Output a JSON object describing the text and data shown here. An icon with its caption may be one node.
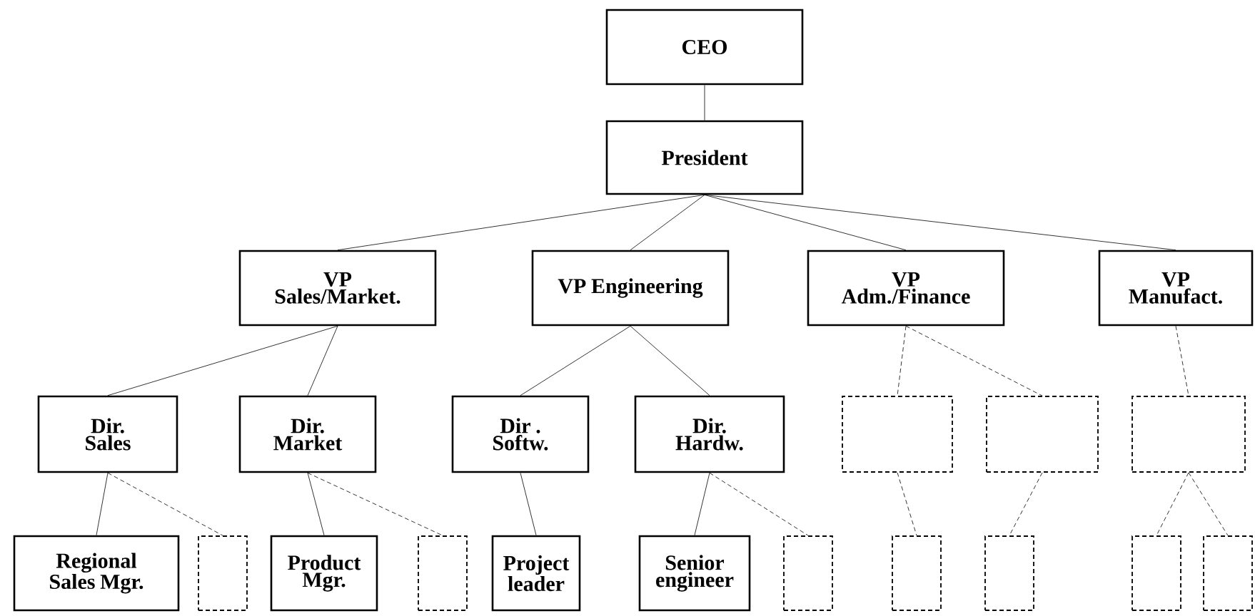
{
  "diagram": {
    "nodes": [
      {
        "text": [
          "CEO"
        ]
      },
      {
        "text": [
          "President"
        ]
      },
      {
        "text": [
          "VP Sales/Market."
        ]
      },
      {
        "text": [
          "VP Engineering"
        ]
      },
      {
        "text": [
          "VP Adm./Finance"
        ]
      },
      {
        "text": [
          "VP Manufact."
        ]
      },
      {
        "text": [
          "Dir. Sales"
        ]
      },
      {
        "text": [
          "Dir. Market"
        ]
      },
      {
        "text": [
          "Dir . Softw."
        ]
      },
      {
        "text": [
          "Dir. Hardw."
        ]
      },
      {
        "text": [],
        "shape": "box"
      },
      {
        "text": [],
        "shape": "box"
      },
      {
        "text": [],
        "shape": "box"
      },
      {
        "text": [
          "Regional Sales Mgr."
        ]
      },
      {
        "text": [],
        "shape": "box"
      },
      {
        "text": [
          "Product Mgr."
        ]
      },
      {
        "text": [],
        "shape": "box"
      },
      {
        "text": [
          "Project leader"
        ]
      },
      {
        "text": [
          "Senior engineer"
        ]
      },
      {
        "text": [],
        "shape": "box"
      },
      {
        "text": [],
        "shape": "box"
      },
      {
        "text": [],
        "shape": "box"
      },
      {
        "text": [],
        "shape": "box"
      },
      {
        "text": [],
        "shape": "box"
      }
    ],
    "edges": [
      {
        "from": 0,
        "to": 1,
        "arrow": "none"
      },
      {
        "from": 1,
        "to": 2,
        "arrow": "none"
      },
      {
        "from": 1,
        "to": 3,
        "arrow": "none"
      },
      {
        "from": 1,
        "to": 4,
        "arrow": "none"
      },
      {
        "from": 1,
        "to": 5,
        "arrow": "none"
      },
      {
        "from": 2,
        "to": 6,
        "arrow": "none"
      },
      {
        "from": 2,
        "to": 7,
        "arrow": "none"
      },
      {
        "from": 3,
        "to": 8,
        "arrow": "none"
      },
      {
        "from": 3,
        "to": 9,
        "arrow": "none"
      },
      {
        "from": 4,
        "to": 10,
        "arrow": "none",
        "style": "dashed"
      },
      {
        "from": 4,
        "to": 11,
        "arrow": "none",
        "style": "dashed"
      },
      {
        "from": 5,
        "to": 12,
        "arrow": "none",
        "style": "dashed"
      },
      {
        "from": 6,
        "to": 13,
        "arrow": "none"
      },
      {
        "from": 6,
        "to": 14,
        "arrow": "none",
        "style": "dashed"
      },
      {
        "from": 7,
        "to": 15,
        "arrow": "none"
      },
      {
        "from": 7,
        "to": 16,
        "arrow": "none",
        "style": "dashed"
      },
      {
        "from": 8,
        "to": 17,
        "arrow": "none"
      },
      {
        "from": 9,
        "to": 18,
        "arrow": "none"
      },
      {
        "from": 9,
        "to": 19,
        "arrow": "none",
        "style": "dashed"
      },
      {
        "from": 10,
        "to": 20,
        "arrow": "none",
        "style": "dashed"
      },
      {
        "from": 11,
        "to": 21,
        "arrow": "none",
        "style": "dashed"
      },
      {
        "from": 12,
        "to": 22,
        "arrow": "none",
        "style": "dashed"
      },
      {
        "from": 12,
        "to": 23,
        "arrow": "none",
        "style": "dashed"
      }
    ]
  }
}
